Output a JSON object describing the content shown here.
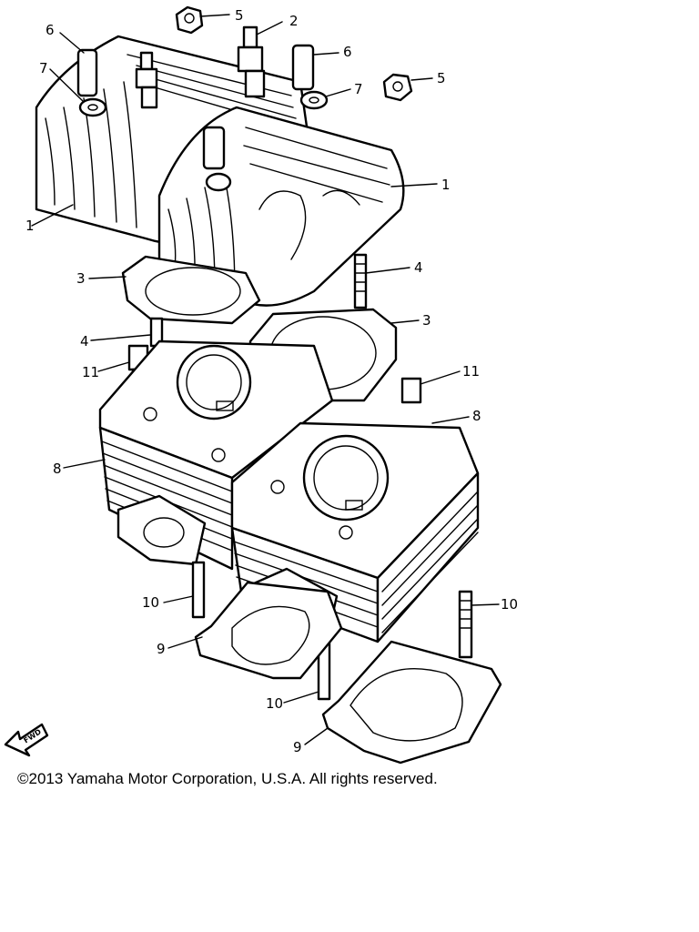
{
  "diagram": {
    "callouts": [
      {
        "id": "c5a",
        "label": "5"
      },
      {
        "id": "c2",
        "label": "2"
      },
      {
        "id": "c6a",
        "label": "6"
      },
      {
        "id": "c6b",
        "label": "6"
      },
      {
        "id": "c7a",
        "label": "7"
      },
      {
        "id": "c7b",
        "label": "7"
      },
      {
        "id": "c5b",
        "label": "5"
      },
      {
        "id": "c1a",
        "label": "1"
      },
      {
        "id": "c1b",
        "label": "1"
      },
      {
        "id": "c3a",
        "label": "3"
      },
      {
        "id": "c4a",
        "label": "4"
      },
      {
        "id": "c4b",
        "label": "4"
      },
      {
        "id": "c3b",
        "label": "3"
      },
      {
        "id": "c11a",
        "label": "11"
      },
      {
        "id": "c11b",
        "label": "11"
      },
      {
        "id": "c8a",
        "label": "8"
      },
      {
        "id": "c8b",
        "label": "8"
      },
      {
        "id": "c10a",
        "label": "10"
      },
      {
        "id": "c10b",
        "label": "10"
      },
      {
        "id": "c10c",
        "label": "10"
      },
      {
        "id": "c9a",
        "label": "9"
      },
      {
        "id": "c9b",
        "label": "9"
      }
    ],
    "fwd_label": "FWD"
  },
  "footer": {
    "copyright": "©2013 Yamaha Motor Corporation, U.S.A. All rights reserved."
  }
}
